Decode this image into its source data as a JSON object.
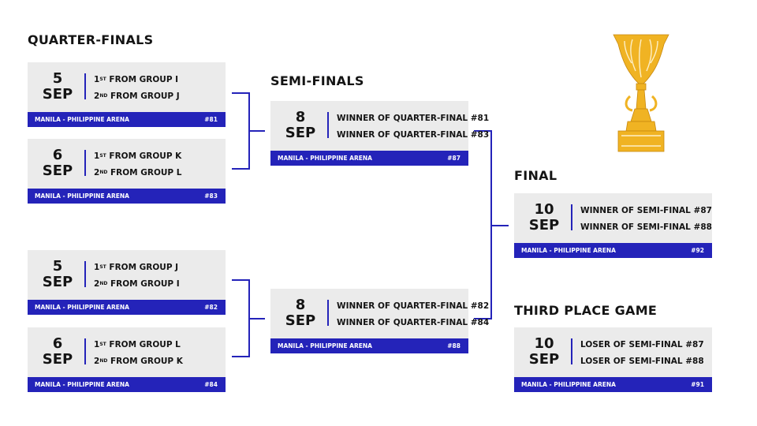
{
  "rounds": {
    "quarterfinals": "QUARTER-FINALS",
    "semifinals": "SEMI-FINALS",
    "final": "FINAL",
    "third_place": "THIRD PLACE GAME"
  },
  "games": {
    "qf1": {
      "day": "5",
      "month": "SEP",
      "team1": {
        "pos": "1",
        "sup": "ST",
        "text": " FROM GROUP I"
      },
      "team2": {
        "pos": "2",
        "sup": "ND",
        "text": " FROM GROUP J"
      },
      "venue": "MANILA - PHILIPPINE ARENA",
      "number": "#81"
    },
    "qf2": {
      "day": "6",
      "month": "SEP",
      "team1": {
        "pos": "1",
        "sup": "ST",
        "text": " FROM GROUP K"
      },
      "team2": {
        "pos": "2",
        "sup": "ND",
        "text": " FROM GROUP L"
      },
      "venue": "MANILA - PHILIPPINE ARENA",
      "number": "#83"
    },
    "qf3": {
      "day": "5",
      "month": "SEP",
      "team1": {
        "pos": "1",
        "sup": "ST",
        "text": " FROM GROUP J"
      },
      "team2": {
        "pos": "2",
        "sup": "ND",
        "text": " FROM GROUP I"
      },
      "venue": "MANILA - PHILIPPINE ARENA",
      "number": "#82"
    },
    "qf4": {
      "day": "6",
      "month": "SEP",
      "team1": {
        "pos": "1",
        "sup": "ST",
        "text": " FROM GROUP L"
      },
      "team2": {
        "pos": "2",
        "sup": "ND",
        "text": " FROM GROUP K"
      },
      "venue": "MANILA - PHILIPPINE ARENA",
      "number": "#84"
    },
    "sf1": {
      "day": "8",
      "month": "SEP",
      "line1": "WINNER OF QUARTER-FINAL #81",
      "line2": "WINNER OF QUARTER-FINAL #83",
      "venue": "MANILA - PHILIPPINE ARENA",
      "number": "#87"
    },
    "sf2": {
      "day": "8",
      "month": "SEP",
      "line1": "WINNER OF QUARTER-FINAL #82",
      "line2": "WINNER OF QUARTER-FINAL #84",
      "venue": "MANILA - PHILIPPINE ARENA",
      "number": "#88"
    },
    "final": {
      "day": "10",
      "month": "SEP",
      "line1": "WINNER OF SEMI-FINAL #87",
      "line2": "WINNER OF SEMI-FINAL #88",
      "venue": "MANILA - PHILIPPINE ARENA",
      "number": "#92"
    },
    "third": {
      "day": "10",
      "month": "SEP",
      "line1": "LOSER OF SEMI-FINAL #87",
      "line2": "LOSER OF SEMI-FINAL #88",
      "venue": "MANILA - PHILIPPINE ARENA",
      "number": "#91"
    }
  },
  "trophy": {
    "icon": "trophy-icon"
  },
  "colors": {
    "accent": "#2423b9",
    "card_bg": "#ebebeb",
    "trophy_gold": "#f0b323",
    "text": "#141414"
  }
}
